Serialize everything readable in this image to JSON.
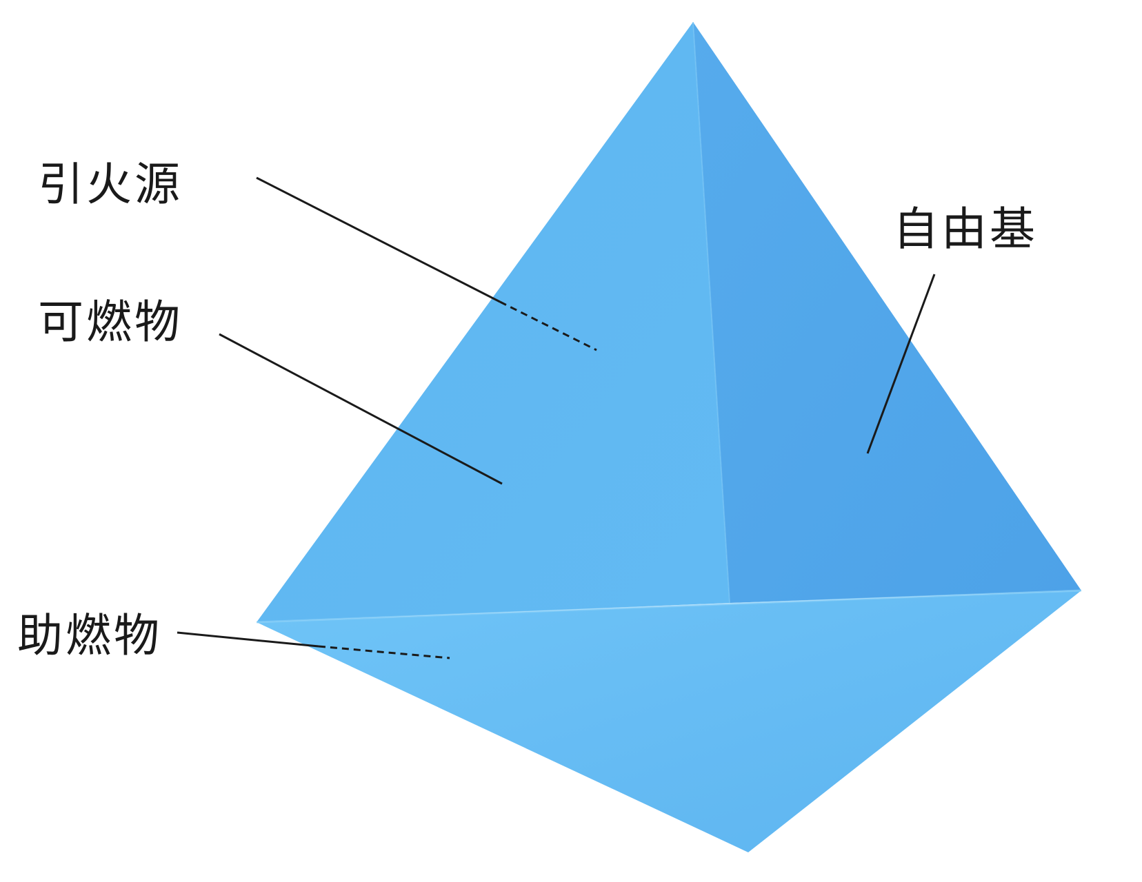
{
  "diagram": {
    "colors": {
      "background": "#ffffff",
      "face_left": "#63b9f2",
      "face_right": "#52a7ea",
      "face_bottom": "#6cc2f6",
      "leader_line": "#1a1a1a",
      "label_text": "#1a1a1a"
    },
    "labels": {
      "ignition_source": "引火源",
      "combustible": "可燃物",
      "oxidizer": "助燃物",
      "free_radical": "自由基"
    }
  }
}
